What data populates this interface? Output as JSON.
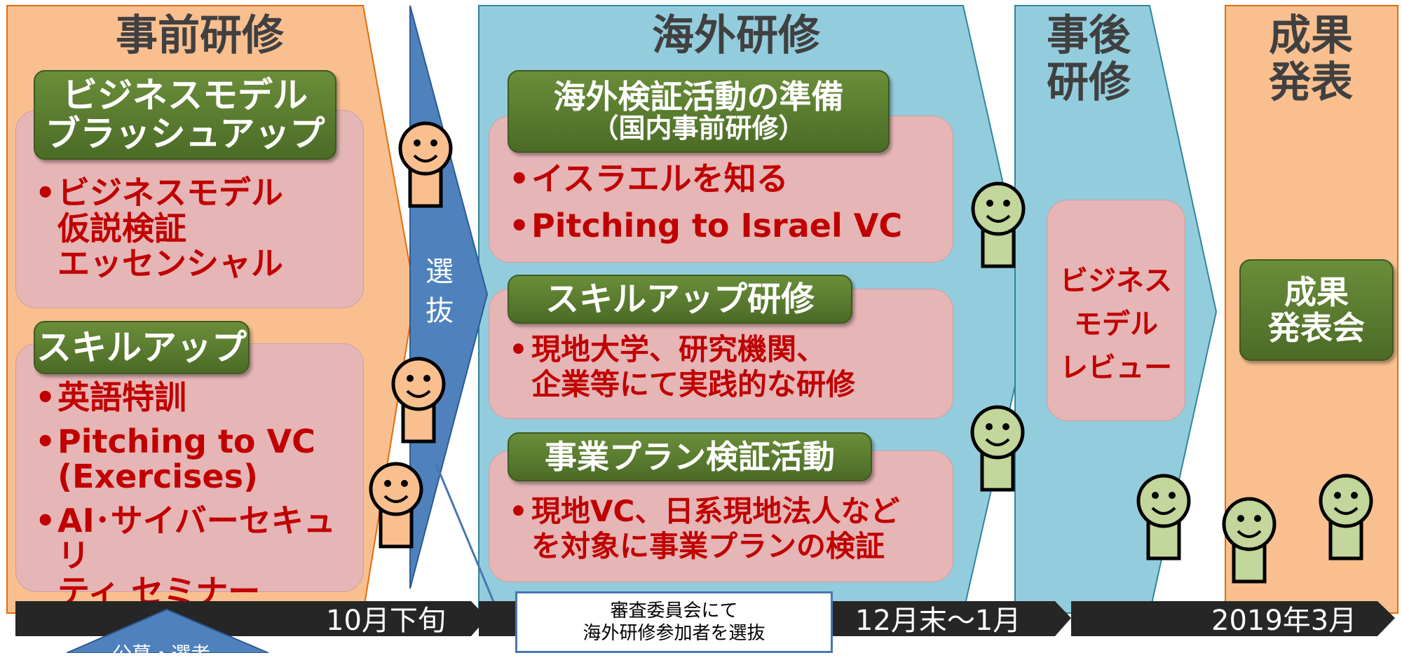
{
  "phases": {
    "pre": {
      "title": "事前研修",
      "color": "#f9bf8f"
    },
    "overseas": {
      "title": "海外研修",
      "color": "#93cddd"
    },
    "post": {
      "title": "事後\n研修",
      "color": "#93cddd"
    },
    "results": {
      "title": "成果\n発表",
      "color": "#f9bf8f"
    }
  },
  "pre_training": {
    "blocks": [
      {
        "header": "ビジネスモデル\nブラッシュアップ",
        "items": [
          "ビジネスモデル\n仮説検証\nエッセンシャル"
        ]
      },
      {
        "header": "スキルアップ",
        "items": [
          "英語特訓",
          "Pitching to VC\n(Exercises)",
          "AI･サイバーセキュリ\nティ セミナー"
        ]
      }
    ]
  },
  "selection": {
    "label": "選\n抜",
    "color": "#4f81bd"
  },
  "overseas_training": {
    "blocks": [
      {
        "header": "海外検証活動の準備",
        "subheader": "（国内事前研修）",
        "items": [
          "イスラエルを知る",
          "Pitching to Israel VC"
        ]
      },
      {
        "header": "スキルアップ研修",
        "items": [
          "現地大学、研究機関、\n企業等にて実践的な研修"
        ]
      },
      {
        "header": "事業プラン検証活動",
        "items": [
          "現地VC、日系現地法人など\nを対象に事業プランの検証"
        ]
      }
    ]
  },
  "post_training": {
    "review_label": "ビジネス\nモデル\nレビュー"
  },
  "results": {
    "event_label": "成果\n発表会"
  },
  "timeline": {
    "labels": [
      "10月下旬",
      "12月末～1月",
      "2019年3月"
    ],
    "callout": "審査委員会にて\n海外研修参加者を選抜",
    "partial_label": "公募・選考",
    "color": "#262626"
  },
  "people": {
    "orange_color": "#f9bf8f",
    "green_color": "#c3d69b"
  }
}
